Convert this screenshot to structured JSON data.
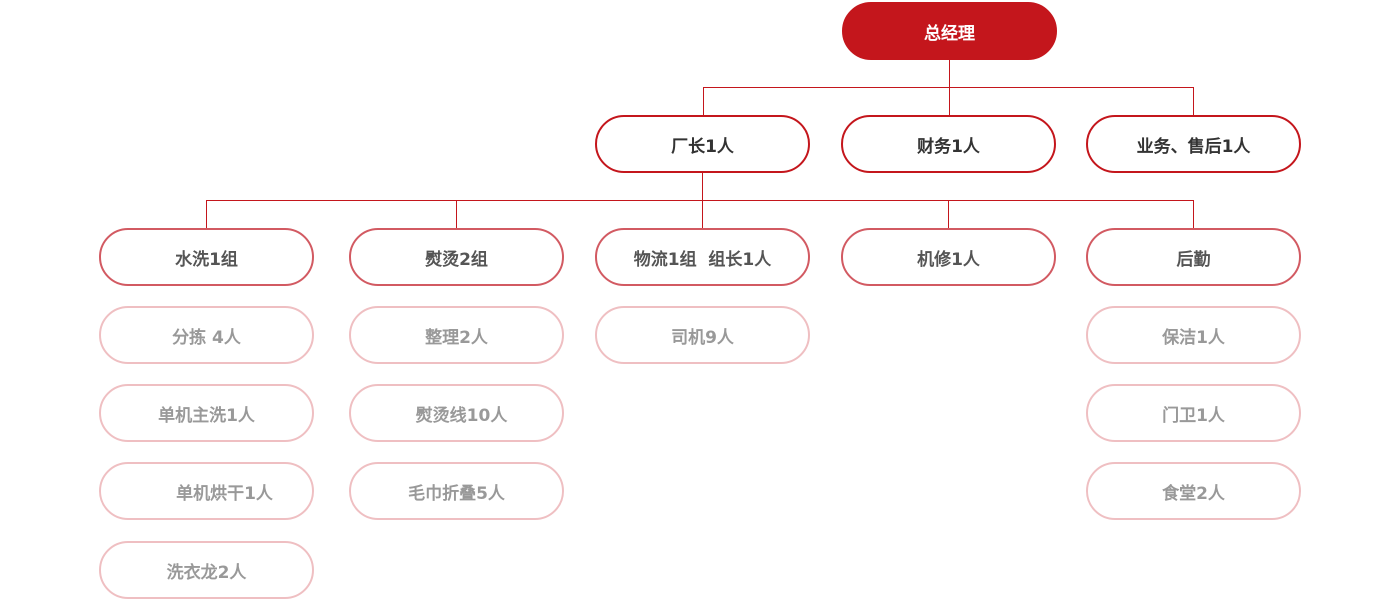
{
  "colors": {
    "primary": "#c4161c",
    "level3_border": "#d25a62",
    "level4_border": "#efbfc2"
  },
  "root": {
    "label": "总经理"
  },
  "level2": [
    {
      "label": "厂长1人"
    },
    {
      "label": "财务1人"
    },
    {
      "label": "业务、售后1人"
    }
  ],
  "level3": [
    {
      "label": "水洗1组",
      "children": [
        "分拣 4人",
        "单机主洗1人",
        "单机烘干1人",
        "洗衣龙2人"
      ]
    },
    {
      "label": "熨烫2组",
      "children": [
        "整理2人",
        "熨烫线10人",
        "毛巾折叠5人"
      ]
    },
    {
      "label": "物流1组  组长1人",
      "children": [
        "司机9人"
      ]
    },
    {
      "label": "机修1人",
      "children": []
    },
    {
      "label": "后勤",
      "children": [
        "保洁1人",
        "门卫1人",
        "食堂2人"
      ]
    }
  ]
}
